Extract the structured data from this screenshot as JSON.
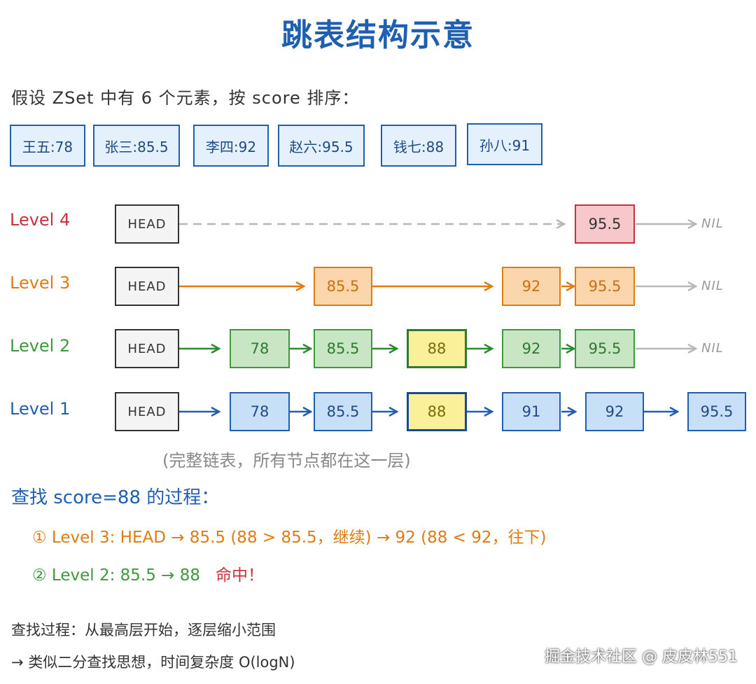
{
  "title": "跳表结构示意",
  "intro": "假设 ZSet 中有 6 个元素，按 score 排序：",
  "elements": [
    "王五:78",
    "张三:85.5",
    "李四:92",
    "赵六:95.5",
    "钱七:88",
    "孙八:91"
  ],
  "head_label": "HEAD",
  "nil_label": "NIL",
  "levels": [
    {
      "label": "Level 4",
      "color": "#c8323c",
      "nodes": [
        "95.5"
      ]
    },
    {
      "label": "Level 3",
      "color": "#e07b12",
      "nodes": [
        "85.5",
        "92",
        "95.5"
      ]
    },
    {
      "label": "Level 2",
      "color": "#3c9a3c",
      "nodes": [
        "78",
        "85.5",
        "88",
        "92",
        "95.5"
      ]
    },
    {
      "label": "Level 1",
      "color": "#1f5fb0",
      "nodes": [
        "78",
        "85.5",
        "88",
        "91",
        "92",
        "95.5"
      ]
    }
  ],
  "caption": "(完整链表，所有节点都在这一层)",
  "search_title": "查找 score=88 的过程：",
  "steps": {
    "step1": "① Level 3: HEAD → 85.5 (88 > 85.5，继续) → 92 (88 < 92，往下)",
    "step2_text": "② Level 2: 85.5 → 88   ",
    "step2_hit": "命中！"
  },
  "summary": {
    "line1": "查找过程：从最高层开始，逐层缩小范围",
    "line2": "→ 类似二分查找思想，时间复杂度 O(logN)"
  },
  "watermark": "掘金技术社区 @ 皮皮林551"
}
